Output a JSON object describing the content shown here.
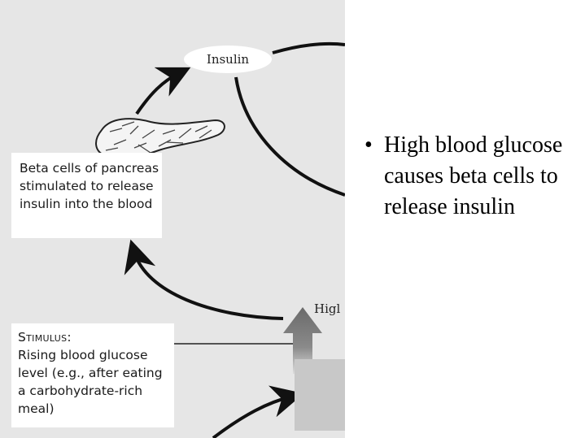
{
  "diagram": {
    "insulin_label": "Insulin",
    "beta_cells_text": "Beta cells of pancreas stimulated to release insulin into the blood",
    "stimulus_title": "Stimulus:",
    "stimulus_text": "Rising blood glucose level (e.g., after eating a carbohydrate-rich meal)",
    "high_label": "Higl",
    "colors": {
      "background": "#e6e6e6",
      "arrow": "#111111",
      "up_arrow": "#6f6f6f"
    }
  },
  "slide": {
    "bullet_symbol": "•",
    "bullet_text": "High blood glucose causes beta cells to release insulin"
  }
}
